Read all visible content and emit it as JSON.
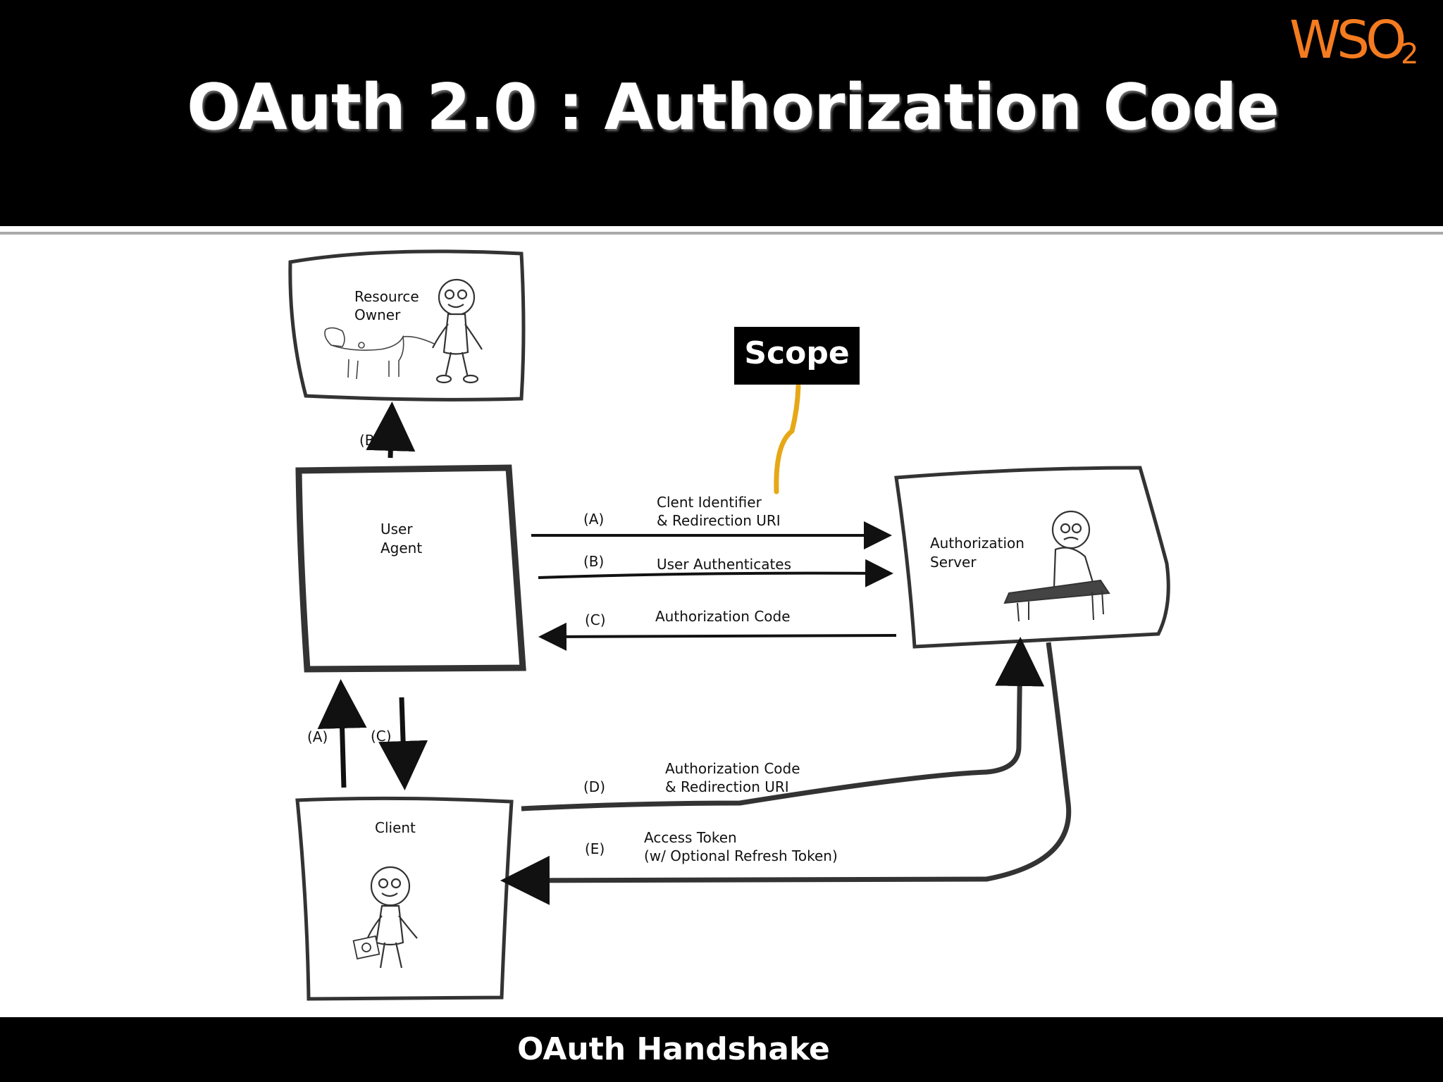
{
  "slide": {
    "title": "OAuth 2.0 : Authorization Code",
    "footer": "OAuth Handshake",
    "logo_text": "WSO",
    "logo_sub": "2",
    "callout": "Scope"
  },
  "nodes": {
    "resource_owner": [
      "Resource",
      "Owner"
    ],
    "user_agent": [
      "User",
      "Agent"
    ],
    "authorization_server": [
      "Authorization",
      "Server"
    ],
    "client": "Client"
  },
  "flows": {
    "a_top": {
      "step": "(A)",
      "label": [
        "Clent Identifier",
        "& Redirection URI"
      ]
    },
    "b_top": {
      "step": "(B)",
      "label": "User Authenticates"
    },
    "c_top": {
      "step": "(C)",
      "label": "Authorization Code"
    },
    "b_up": "(B)",
    "a_up": "(A)",
    "c_down": "(C)",
    "d": {
      "step": "(D)",
      "label": [
        "Authorization Code",
        "& Redirection URI"
      ]
    },
    "e": {
      "step": "(E)",
      "label": [
        "Access Token",
        "(w/ Optional Refresh Token)"
      ]
    }
  },
  "colors": {
    "accent": "#f47b20",
    "callout_line": "#e6a817",
    "stroke": "#333333"
  }
}
